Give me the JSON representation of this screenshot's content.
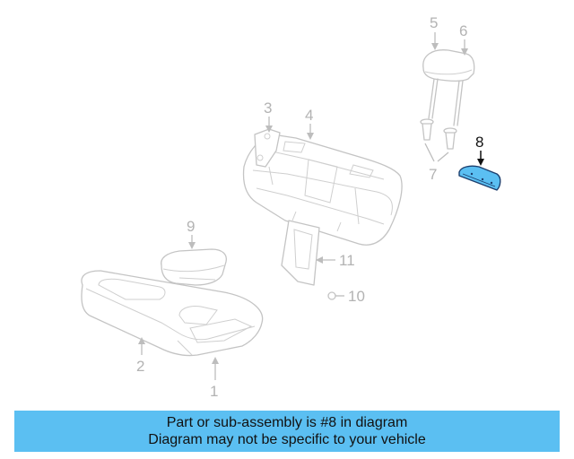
{
  "callouts": {
    "c1": "1",
    "c2": "2",
    "c3": "3",
    "c4": "4",
    "c5": "5",
    "c6": "6",
    "c7": "7",
    "c8": "8",
    "c9": "9",
    "c10": "10",
    "c11": "11"
  },
  "highlighted_part": "8",
  "colors": {
    "highlight_fill": "#5bbff2",
    "caption_bar": "#5bbff2",
    "line_art": "#c4c4c4"
  },
  "caption": {
    "line1": "Part or sub-assembly is #8 in diagram",
    "line2": "Diagram may not be specific to your vehicle"
  }
}
